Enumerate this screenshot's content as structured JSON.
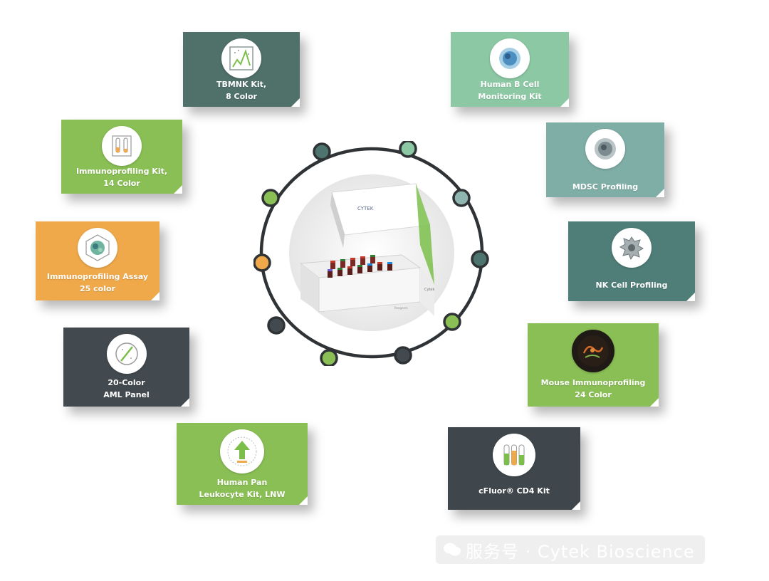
{
  "center": {
    "brand": "CYTEK",
    "side_text": "Cytek",
    "caption": "Reagents"
  },
  "cards": [
    {
      "id": "tbmnk",
      "lines": [
        "TBMNK Kit,",
        "8 Color"
      ],
      "icon": "chart-icon",
      "color": "#50706A"
    },
    {
      "id": "human-b-cell",
      "lines": [
        "Human B Cell",
        "Monitoring Kit"
      ],
      "icon": "b-cell-icon",
      "color": "#8CC8A4"
    },
    {
      "id": "immuno-14",
      "lines": [
        "Immunoprofiling Kit,",
        "14 Color"
      ],
      "icon": "test-tubes-icon",
      "color": "#8ABF55"
    },
    {
      "id": "mdsc",
      "lines": [
        "MDSC Profiling"
      ],
      "icon": "mdsc-cell-icon",
      "color": "#7FAEA6"
    },
    {
      "id": "immuno-25",
      "lines": [
        "Immunoprofiling Assay",
        "25 color"
      ],
      "icon": "tissue-cell-icon",
      "color": "#F0A94A"
    },
    {
      "id": "nk-cell",
      "lines": [
        "NK Cell Profiling"
      ],
      "icon": "nk-cell-icon",
      "color": "#4F7D78"
    },
    {
      "id": "aml",
      "lines": [
        "20-Color",
        "AML Panel"
      ],
      "icon": "petri-dish-icon",
      "color": "#434A4F"
    },
    {
      "id": "mouse",
      "lines": [
        "Mouse Immunoprofiling",
        "24 Color"
      ],
      "icon": "mouse-tissue-icon",
      "color": "#8ABF55"
    },
    {
      "id": "human-pan",
      "lines": [
        "Human Pan",
        "Leukocyte Kit, LNW"
      ],
      "icon": "arrow-up-icon",
      "color": "#8ABF55"
    },
    {
      "id": "cfluor",
      "lines": [
        "cFluor® CD4 Kit"
      ],
      "icon": "vials-icon",
      "color": "#3F474C"
    }
  ],
  "ring_nodes": [
    {
      "fill": "#4E7470"
    },
    {
      "fill": "#8CC8A4"
    },
    {
      "fill": "#8ABF55"
    },
    {
      "fill": "#8FB5B1"
    },
    {
      "fill": "#F0A94A"
    },
    {
      "fill": "#4E7470"
    },
    {
      "fill": "#434A4F"
    },
    {
      "fill": "#8ABF55"
    },
    {
      "fill": "#8ABF55"
    },
    {
      "fill": "#434A4F"
    }
  ],
  "watermark": {
    "text": "服务号 · Cytek Bioscience"
  }
}
